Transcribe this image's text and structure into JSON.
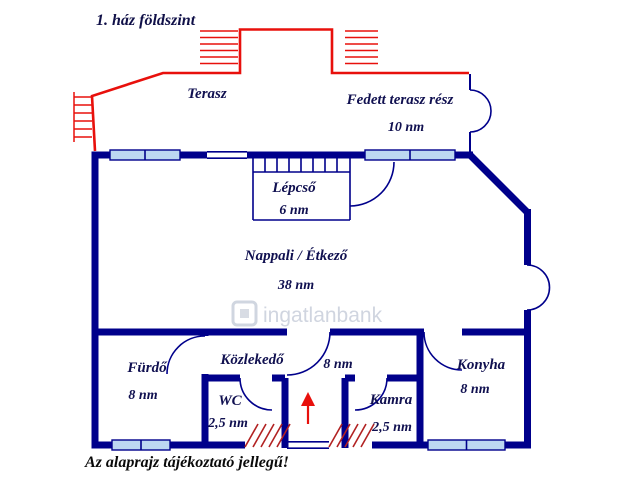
{
  "page": {
    "title": "1. ház földszint",
    "footer": "Az alaprajz tájékoztató jellegű!",
    "watermark": "ingatlanbank"
  },
  "rooms": {
    "terasz": {
      "name": "Terasz",
      "area": ""
    },
    "fedett_terasz": {
      "name": "Fedett terasz rész",
      "area": "10 nm"
    },
    "lepcso": {
      "name": "Lépcső",
      "area": "6 nm"
    },
    "nappali": {
      "name": "Nappali / Étkező",
      "area": "38 nm"
    },
    "furdo": {
      "name": "Fürdő",
      "area": "8 nm"
    },
    "kozlekedo": {
      "name": "Közlekedő",
      "area": "8 nm"
    },
    "wc": {
      "name": "WC",
      "area": "2,5 nm"
    },
    "kamra": {
      "name": "Kamra",
      "area": "2,5 nm"
    },
    "konyha": {
      "name": "Konyha",
      "area": "8 nm"
    }
  },
  "colors": {
    "wall": "#00008B",
    "terrace_line": "#e8100c",
    "window_fill": "#bcd7f1",
    "label": "#101050"
  }
}
